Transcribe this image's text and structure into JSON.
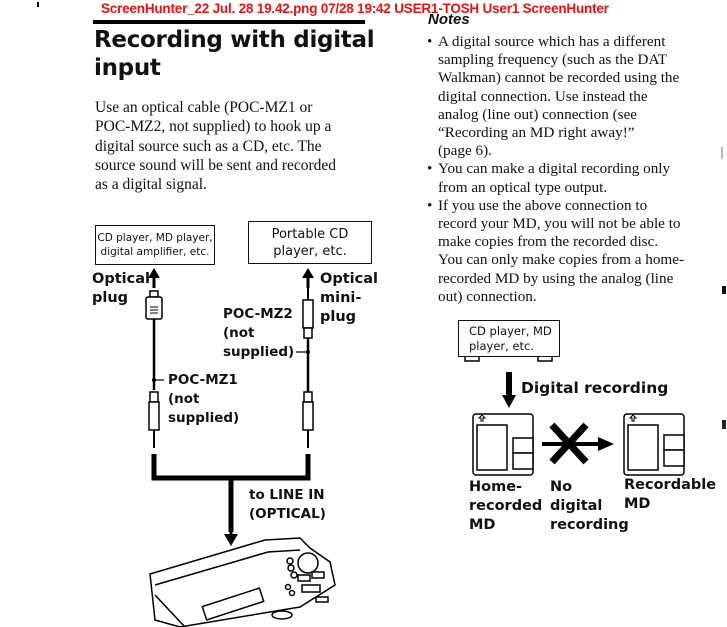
{
  "watermark": "ScreenHunter_22 Jul. 28 19.42.png  07/28  19:42  USER1-TOSH  User1  ScreenHunter",
  "section": {
    "title_line1": "Recording with digital",
    "title_line2": "input",
    "body": [
      "Use an optical cable (POC-MZ1 or",
      "POC-MZ2, not supplied) to hook up a",
      "digital source such as a CD, etc. The",
      "source sound will be sent and recorded",
      "as a digital signal."
    ]
  },
  "notes": {
    "title": "Notes",
    "items": [
      {
        "lines": [
          "A digital source which has a different",
          "sampling frequency (such as the DAT",
          "Walkman) cannot be recorded using the",
          "digital connection. Use instead the",
          "analog (line out) connection (see",
          "“Recording an MD right away!”",
          "(page 6)."
        ]
      },
      {
        "lines": [
          "You can make a digital recording only",
          "from an optical type output."
        ]
      },
      {
        "lines": [
          "If you use the above connection to",
          "record your MD, you will not be able to",
          "make copies from the recorded disc.",
          "You can only make copies from a home-",
          "recorded MD by using the analog (line",
          "out) connection."
        ]
      }
    ]
  },
  "connection_diagram": {
    "source_left": [
      "CD player, MD player,",
      "digital amplifier, etc."
    ],
    "source_right": [
      "Portable CD",
      "player, etc."
    ],
    "optical_plug": [
      "Optical",
      "plug"
    ],
    "optical_mini_plug": [
      "Optical",
      "mini-",
      "plug"
    ],
    "cable_mz2": [
      "POC-MZ2",
      "(not",
      "supplied)"
    ],
    "cable_mz1": [
      "POC-MZ1",
      "(not",
      "supplied)"
    ],
    "line_in": [
      "to LINE IN",
      "(OPTICAL)"
    ]
  },
  "copy_diagram": {
    "source": [
      "CD player, MD",
      "player, etc."
    ],
    "digital_recording": "Digital recording",
    "home_recorded": [
      "Home-",
      "recorded",
      "MD"
    ],
    "no_digital": [
      "No",
      "digital",
      "recording"
    ],
    "recordable": [
      "Recordable",
      "MD"
    ]
  }
}
